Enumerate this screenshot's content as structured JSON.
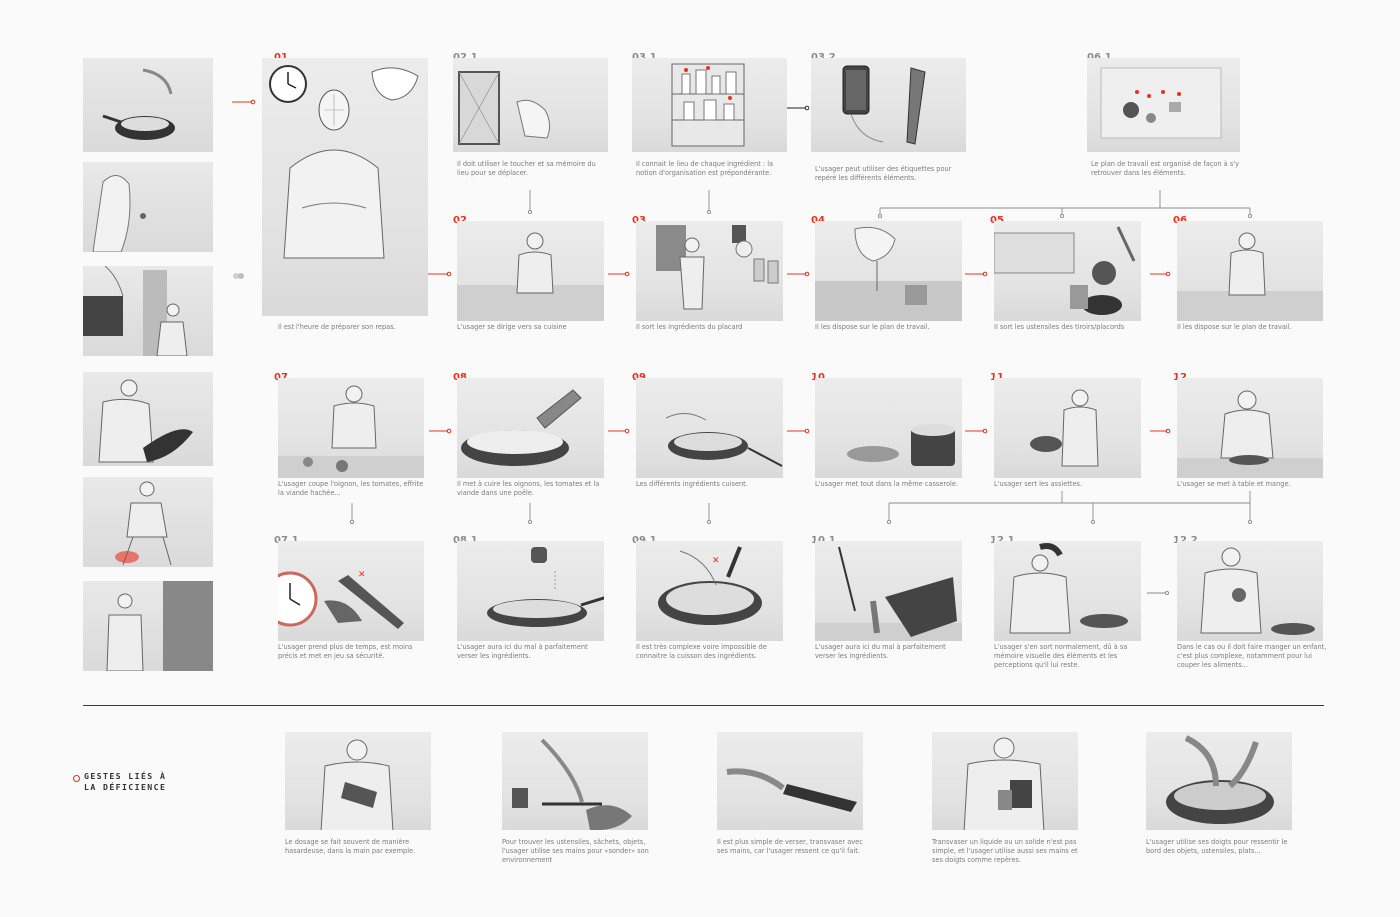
{
  "legend": {
    "label_line1": "GESTES LIÉS À",
    "label_line2": "LA DÉFICIENCE",
    "accent": "#e8321e"
  },
  "steps": [
    {
      "num": "01",
      "color": "red",
      "caption": "Il est l'heure de préparer son repas."
    },
    {
      "num": "02.1",
      "color": "grey",
      "caption": "Il doit utiliser le toucher et sa mémoire du lieu pour se déplacer."
    },
    {
      "num": "03.1",
      "color": "grey",
      "caption": "Il connait le lieu de chaque ingrédient : la notion d'organisation est prépondérante."
    },
    {
      "num": "03.2",
      "color": "grey",
      "caption": "L'usager peut utiliser des étiquettes pour repéré les différents éléments."
    },
    {
      "num": "06.1",
      "color": "grey",
      "caption": "Le plan de travail est organisé de façon à s'y retrouver dans les éléments."
    },
    {
      "num": "02",
      "color": "red",
      "caption": "L'usager se dirige vers sa cuisine"
    },
    {
      "num": "03",
      "color": "red",
      "caption": "Il sort les ingrédients du placard"
    },
    {
      "num": "04",
      "color": "red",
      "caption": "Il les dispose sur le plan de travail."
    },
    {
      "num": "05",
      "color": "red",
      "caption": "Il sort les ustensiles des tiroirs/placords"
    },
    {
      "num": "06",
      "color": "red",
      "caption": "Il les dispose sur le plan de travail."
    },
    {
      "num": "07",
      "color": "red",
      "caption": "L'usager coupe l'oignon, les tomates, effrite la viande hachée..."
    },
    {
      "num": "08",
      "color": "red",
      "caption": "Il met à cuire les oignons, les tomates et la viande dans une poêle."
    },
    {
      "num": "09",
      "color": "red",
      "caption": "Les différents ingrédients cuisent."
    },
    {
      "num": "10",
      "color": "red",
      "caption": "L'usager met tout dans la même casserole."
    },
    {
      "num": "11",
      "color": "red",
      "caption": "L'usager sert les assiettes."
    },
    {
      "num": "12",
      "color": "red",
      "caption": "L'usager se met à table et mange."
    },
    {
      "num": "07.1",
      "color": "grey",
      "caption": "L'usager prend plus de temps, est moins précis et met en jeu sa sécurité."
    },
    {
      "num": "08.1",
      "color": "grey",
      "caption": "L'usager aura ici du mal à parfaitement verser les ingrédients."
    },
    {
      "num": "09.1",
      "color": "grey",
      "caption": "Il est très complexe voire impossible de connaitre la cuisson des ingrédients."
    },
    {
      "num": "10.1",
      "color": "grey",
      "caption": "L'usager aura ici du mal à parfaitement verser les ingrédients."
    },
    {
      "num": "12.1",
      "color": "grey",
      "caption": "L'usager s'en sort normalement, dû à sa mémoire visuelle des éléments et les perceptions qu'il lui reste."
    },
    {
      "num": "12.2",
      "color": "grey",
      "caption": "Dans le cas ou il doit faire manger un enfant, c'est plus complexe, notamment pour lui couper les aliments..."
    }
  ],
  "gestures": [
    {
      "caption": "Le dosage se fait souvent de manière hasardeuse, dans la main par exemple."
    },
    {
      "caption": "Pour trouver les ustensiles, sâchets, objets, l'usager utilise ses mains pour «sonder» son environnement"
    },
    {
      "caption": "Il est plus simple de verser, transvaser avec ses mains, car l'usager ressent ce qu'il fait."
    },
    {
      "caption": "Transvaser un liquide ou un solide n'est pas simple, et l'usager utilise aussi ses mains et ses doigts comme repères."
    },
    {
      "caption": "L'usager utilise ses doigts pour ressentir le bord des objets, ustensiles, plats..."
    }
  ],
  "sidebar": {
    "image_count": 6
  }
}
